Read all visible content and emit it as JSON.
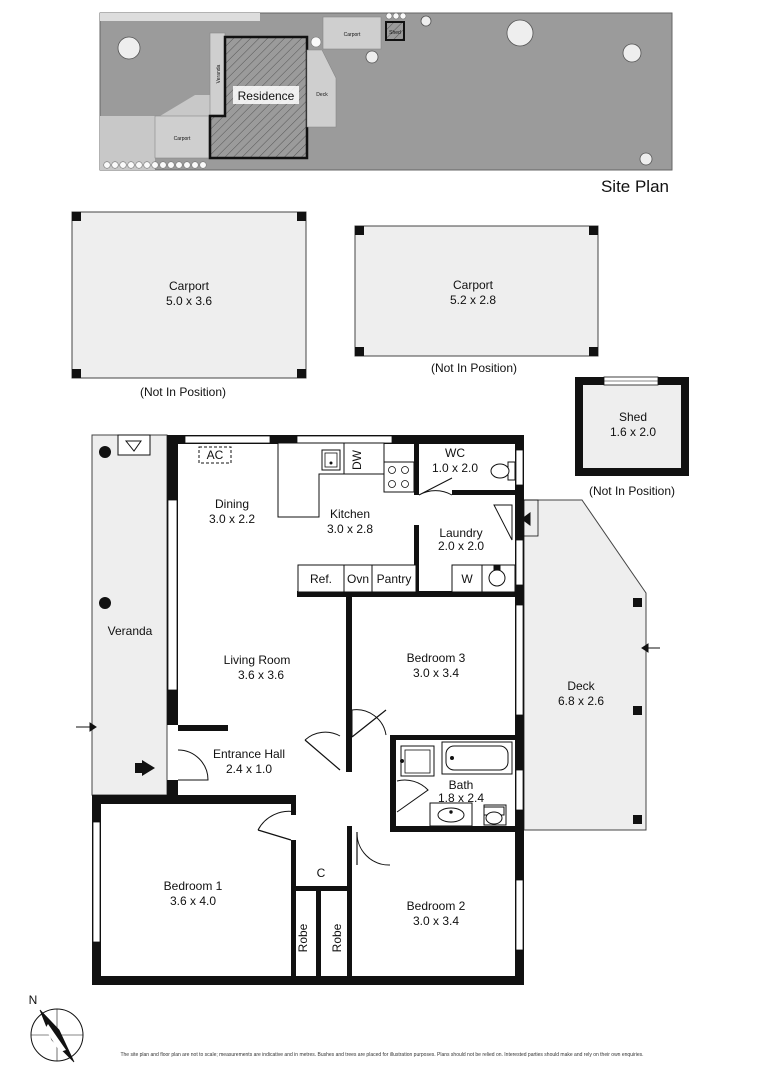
{
  "site_plan": {
    "title": "Site Plan",
    "labels": {
      "carport_top": "Carport",
      "shed": "Shed",
      "veranda": "Veranda",
      "residence": "Residence",
      "deck": "Deck",
      "carport_bottom": "Carport"
    }
  },
  "outbuildings": {
    "carport_a": {
      "name": "Carport",
      "dims": "5.0 x 3.6",
      "note": "(Not In Position)"
    },
    "carport_b": {
      "name": "Carport",
      "dims": "5.2 x 2.8",
      "note": "(Not In Position)"
    },
    "shed": {
      "name": "Shed",
      "dims": "1.6 x 2.0",
      "note": "(Not In Position)"
    }
  },
  "rooms": {
    "veranda": {
      "name": "Veranda"
    },
    "dining": {
      "name": "Dining",
      "dims": "3.0 x 2.2"
    },
    "kitchen": {
      "name": "Kitchen",
      "dims": "3.0 x 2.8"
    },
    "wc": {
      "name": "WC",
      "dims": "1.0 x 2.0"
    },
    "laundry": {
      "name": "Laundry",
      "dims": "2.0 x 2.0"
    },
    "living": {
      "name": "Living Room",
      "dims": "3.6 x 3.6"
    },
    "bedroom3": {
      "name": "Bedroom 3",
      "dims": "3.0 x 3.4"
    },
    "deck": {
      "name": "Deck",
      "dims": "6.8 x 2.6"
    },
    "entrance": {
      "name": "Entrance Hall",
      "dims": "2.4 x 1.0"
    },
    "bath": {
      "name": "Bath",
      "dims": "1.8 x 2.4"
    },
    "bedroom1": {
      "name": "Bedroom 1",
      "dims": "3.6 x 4.0"
    },
    "bedroom2": {
      "name": "Bedroom 2",
      "dims": "3.0 x 3.4"
    }
  },
  "fixtures": {
    "ac": "AC",
    "dw": "DW",
    "ref": "Ref.",
    "ovn": "Ovn",
    "pantry": "Pantry",
    "w": "W",
    "c": "C",
    "robe1": "Robe",
    "robe2": "Robe"
  },
  "compass": {
    "north": "N"
  },
  "disclaimer": "The site plan and floor plan are not to scale; measurements are indicative and in metres. Bushes and trees are placed for illustration purposes. Plans should not be relied on. Interested parties should make and rely on their own enquiries."
}
